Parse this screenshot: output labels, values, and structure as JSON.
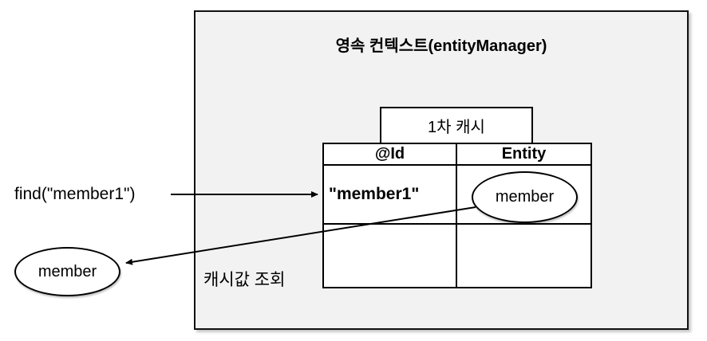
{
  "diagram": {
    "title": "영속 컨텍스트(entityManager)",
    "cache_box_label": "1차 캐시",
    "table": {
      "headers": [
        "@Id",
        "Entity"
      ],
      "rows": [
        {
          "id": "\"member1\"",
          "entity": "member"
        },
        {
          "id": "",
          "entity": ""
        }
      ]
    },
    "find_call_label": "find(\"member1\")",
    "returned_entity_label": "member",
    "cache_lookup_label": "캐시값 조회",
    "colors": {
      "outer_box_fill": "#f2f2f3",
      "stroke": "#000000",
      "cell_fill": "#ffffff",
      "page_bg": "#ffffff"
    }
  }
}
